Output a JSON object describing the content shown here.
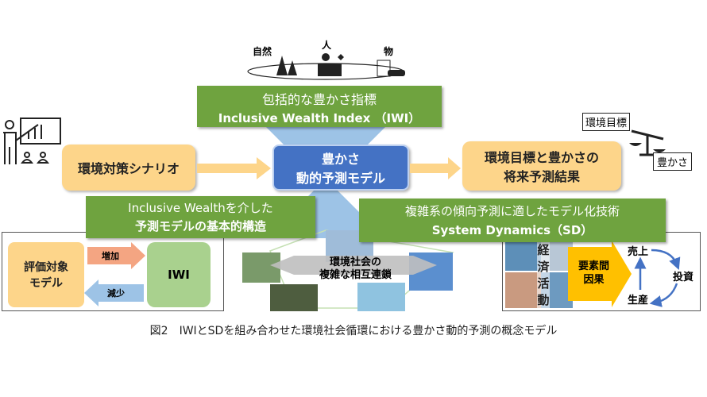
{
  "top_icons": {
    "nature": "自然",
    "people": "人",
    "things": "物"
  },
  "iwi_box": {
    "line1": "包括的な豊かさ指標",
    "line2": "Inclusive Wealth Index （IWI）"
  },
  "scenario_box": "環境対策シナリオ",
  "center_box": {
    "line1": "豊かさ",
    "line2": "動的予測モデル"
  },
  "result_box": {
    "line1": "環境目標と豊かさの",
    "line2": "将来予測結果"
  },
  "scale": {
    "left": "環境目標",
    "right": "豊かさ"
  },
  "structure_box": {
    "line1": "Inclusive Wealthを介した",
    "line2": "予測モデルの基本的構造"
  },
  "sd_box": {
    "line1": "複雑系の傾向予測に適したモデル化技術",
    "line2": "System Dynamics（SD）"
  },
  "left_panel": {
    "model": "評価対象\nモデル",
    "increase": "増加",
    "decrease": "減少",
    "iwi": "IWI"
  },
  "center_panel": {
    "line1": "環境社会の",
    "line2": "複雑な相互連鎖"
  },
  "right_panel": {
    "activity": "経済活動",
    "causal": "要素間\n因果",
    "sales": "売上",
    "investment": "投資",
    "production": "生産"
  },
  "caption": "図2　IWIとSDを組み合わせた環境社会循環における豊かさ動的予測の概念モデル",
  "colors": {
    "green": "#6fa33f",
    "orange": "#fdd58a",
    "blue": "#4472c4",
    "yellow": "#ffc000"
  }
}
